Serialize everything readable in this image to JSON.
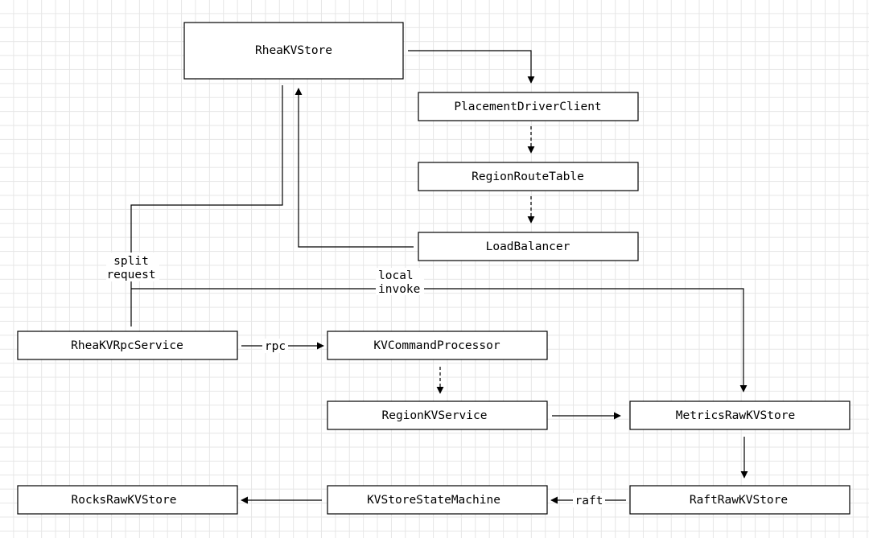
{
  "diagram": {
    "nodes": {
      "rhea_kv_store": "RheaKVStore",
      "placement_driver_client": "PlacementDriverClient",
      "region_route_table": "RegionRouteTable",
      "load_balancer": "LoadBalancer",
      "rhea_kv_rpc_service": "RheaKVRpcService",
      "kv_command_processor": "KVCommandProcessor",
      "region_kv_service": "RegionKVService",
      "metrics_raw_kv_store": "MetricsRawKVStore",
      "rocks_raw_kv_store": "RocksRawKVStore",
      "kv_store_state_machine": "KVStoreStateMachine",
      "raft_raw_kv_store": "RaftRawKVStore"
    },
    "edge_labels": {
      "split_line1": "split",
      "split_line2": "request",
      "local_line1": "local",
      "local_line2": "invoke",
      "rpc": "rpc",
      "raft": "raft"
    }
  }
}
